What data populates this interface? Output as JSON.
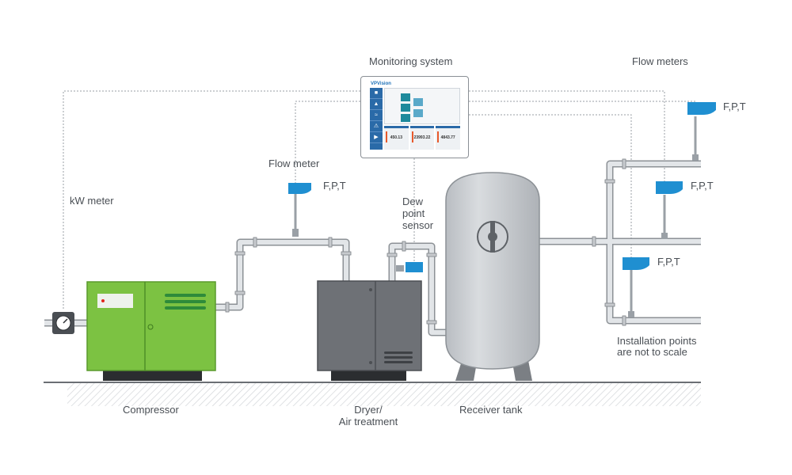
{
  "labels": {
    "monitoring_system": "Monitoring system",
    "flow_meters": "Flow meters",
    "flow_meter": "Flow meter",
    "kw_meter": "kW meter",
    "dew_point_sensor": [
      "Dew",
      "point",
      "sensor"
    ],
    "compressor": "Compressor",
    "dryer": [
      "Dryer/",
      "Air treatment"
    ],
    "receiver_tank": "Receiver tank",
    "installation_note": [
      "Installation points",
      "are not to scale"
    ],
    "fpt": "F,P,T"
  },
  "monitor": {
    "brand": "VPVision",
    "stats": [
      "450.13",
      "23993.22",
      "4843.77"
    ]
  },
  "colors": {
    "compressor_green": "#7cc242",
    "compressor_dark": "#2e8b3a",
    "dryer_gray": "#6e7176",
    "tank_gray": "#c9ccd0",
    "pipe": "#d8dbde",
    "pipe_outline": "#8c9196",
    "sensor_blue": "#1f8fd1",
    "dashed_line": "#9a9fa4",
    "ground": "#6b6f74"
  },
  "icons": [
    "pressure-gauge-icon",
    "flow-sensor-icon",
    "tank-valve-icon",
    "monitor-screen-icon"
  ]
}
